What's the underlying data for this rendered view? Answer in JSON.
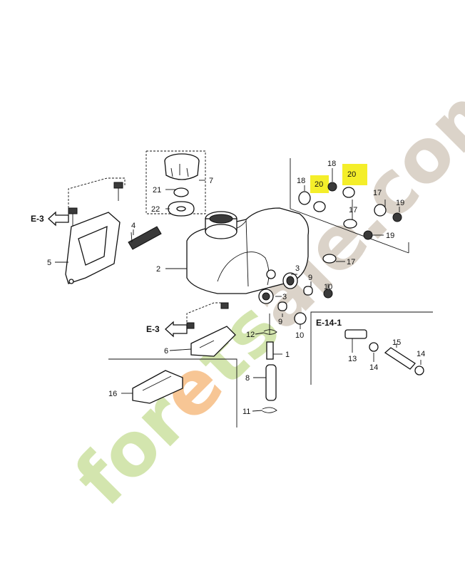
{
  "watermark": {
    "part1": "for",
    "part2": "e",
    "part3": "t",
    "part4": "s",
    "part5": "ale.com",
    "color_green": "#cfe3a6",
    "color_orange": "#f7c08a",
    "color_gray": "#d8cfc4"
  },
  "highlight_color": "#f4ee2a",
  "refs": {
    "e3_top": "E-3",
    "e3_bottom": "E-3",
    "e14": "E-14-1"
  },
  "callouts": {
    "c1": "1",
    "c2": "2",
    "c3a": "3",
    "c3b": "3",
    "c4": "4",
    "c5": "5",
    "c6": "6",
    "c7": "7",
    "c8": "8",
    "c9a": "9",
    "c9b": "9",
    "c10a": "10",
    "c10b": "10",
    "c11": "11",
    "c12": "12",
    "c13": "13",
    "c14a": "14",
    "c14b": "14",
    "c15": "15",
    "c16": "16",
    "c17a": "17",
    "c17b": "17",
    "c17c": "17",
    "c18a": "18",
    "c18b": "18",
    "c19a": "19",
    "c19b": "19",
    "c20a": "20",
    "c20b": "20",
    "c21": "21",
    "c22": "22"
  }
}
